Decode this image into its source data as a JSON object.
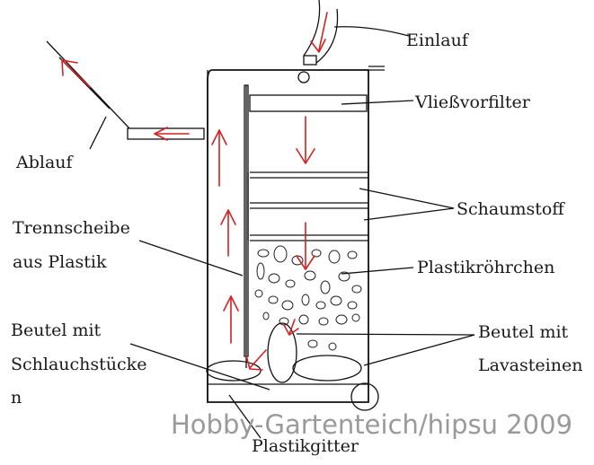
{
  "labels": {
    "einlauf": "Einlauf",
    "vlies": "Vließvorfilter",
    "ablauf": "Ablauf",
    "schaumstoff": "Schaumstoff",
    "trennscheibe_1": "Trennscheibe",
    "trennscheibe_2": "aus Plastik",
    "plastikroehrchen": "Plastikröhrchen",
    "beutel_schlauch_1": "Beutel mit",
    "beutel_schlauch_2": "Schlauchstücke",
    "beutel_schlauch_3": "n",
    "beutel_lava_1": "Beutel mit",
    "beutel_lava_2": "Lavasteinen",
    "plastikgitter": "Plastikgitter"
  },
  "watermark": "Hobby-Gartenteich/hipsu 2009",
  "colors": {
    "flow_arrows": "#d42020",
    "lines": "#111111",
    "watermark": "#9a9a9a"
  }
}
